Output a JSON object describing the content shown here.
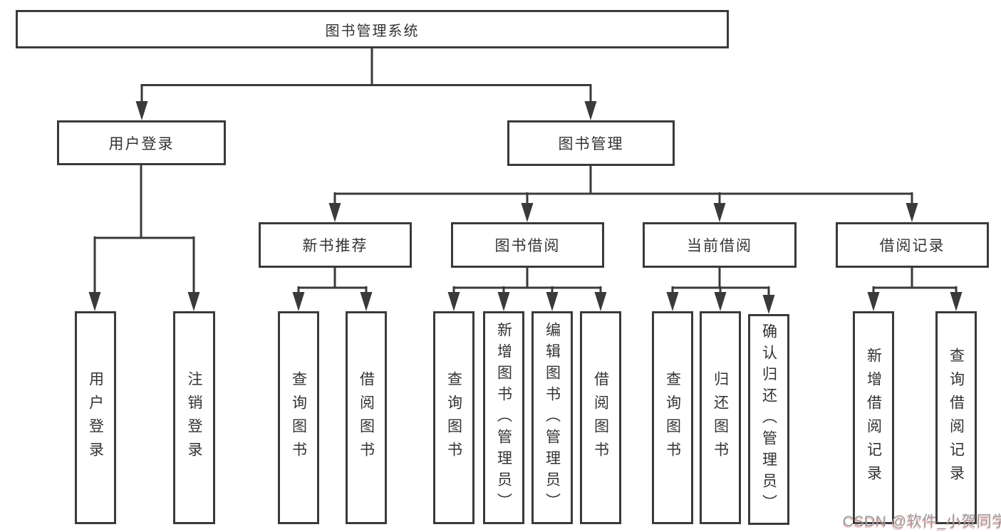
{
  "colors": {
    "line": "#3a3a3c",
    "text": "#333333",
    "watermark": "#9b9b9e",
    "box_bg": "#ffffff"
  },
  "tree": {
    "label": "图书管理系统",
    "children": [
      {
        "label": "用户登录",
        "children": [
          {
            "label": "用户登录"
          },
          {
            "label": "注销登录"
          }
        ]
      },
      {
        "label": "图书管理",
        "children": [
          {
            "label": "新书推荐",
            "children": [
              {
                "label": "查询图书"
              },
              {
                "label": "借阅图书"
              }
            ]
          },
          {
            "label": "图书借阅",
            "children": [
              {
                "label": "查询图书"
              },
              {
                "label": "新增图书（管理员）"
              },
              {
                "label": "编辑图书（管理员）"
              },
              {
                "label": "借阅图书"
              }
            ]
          },
          {
            "label": "当前借阅",
            "children": [
              {
                "label": "查询图书"
              },
              {
                "label": "归还图书"
              },
              {
                "label": "确认归还（管理员）"
              }
            ]
          },
          {
            "label": "借阅记录",
            "children": [
              {
                "label": "新增借阅记录"
              },
              {
                "label": "查询借阅记录"
              }
            ]
          }
        ]
      }
    ]
  },
  "watermark": {
    "text": "CSDN @软件_小贺同学"
  }
}
